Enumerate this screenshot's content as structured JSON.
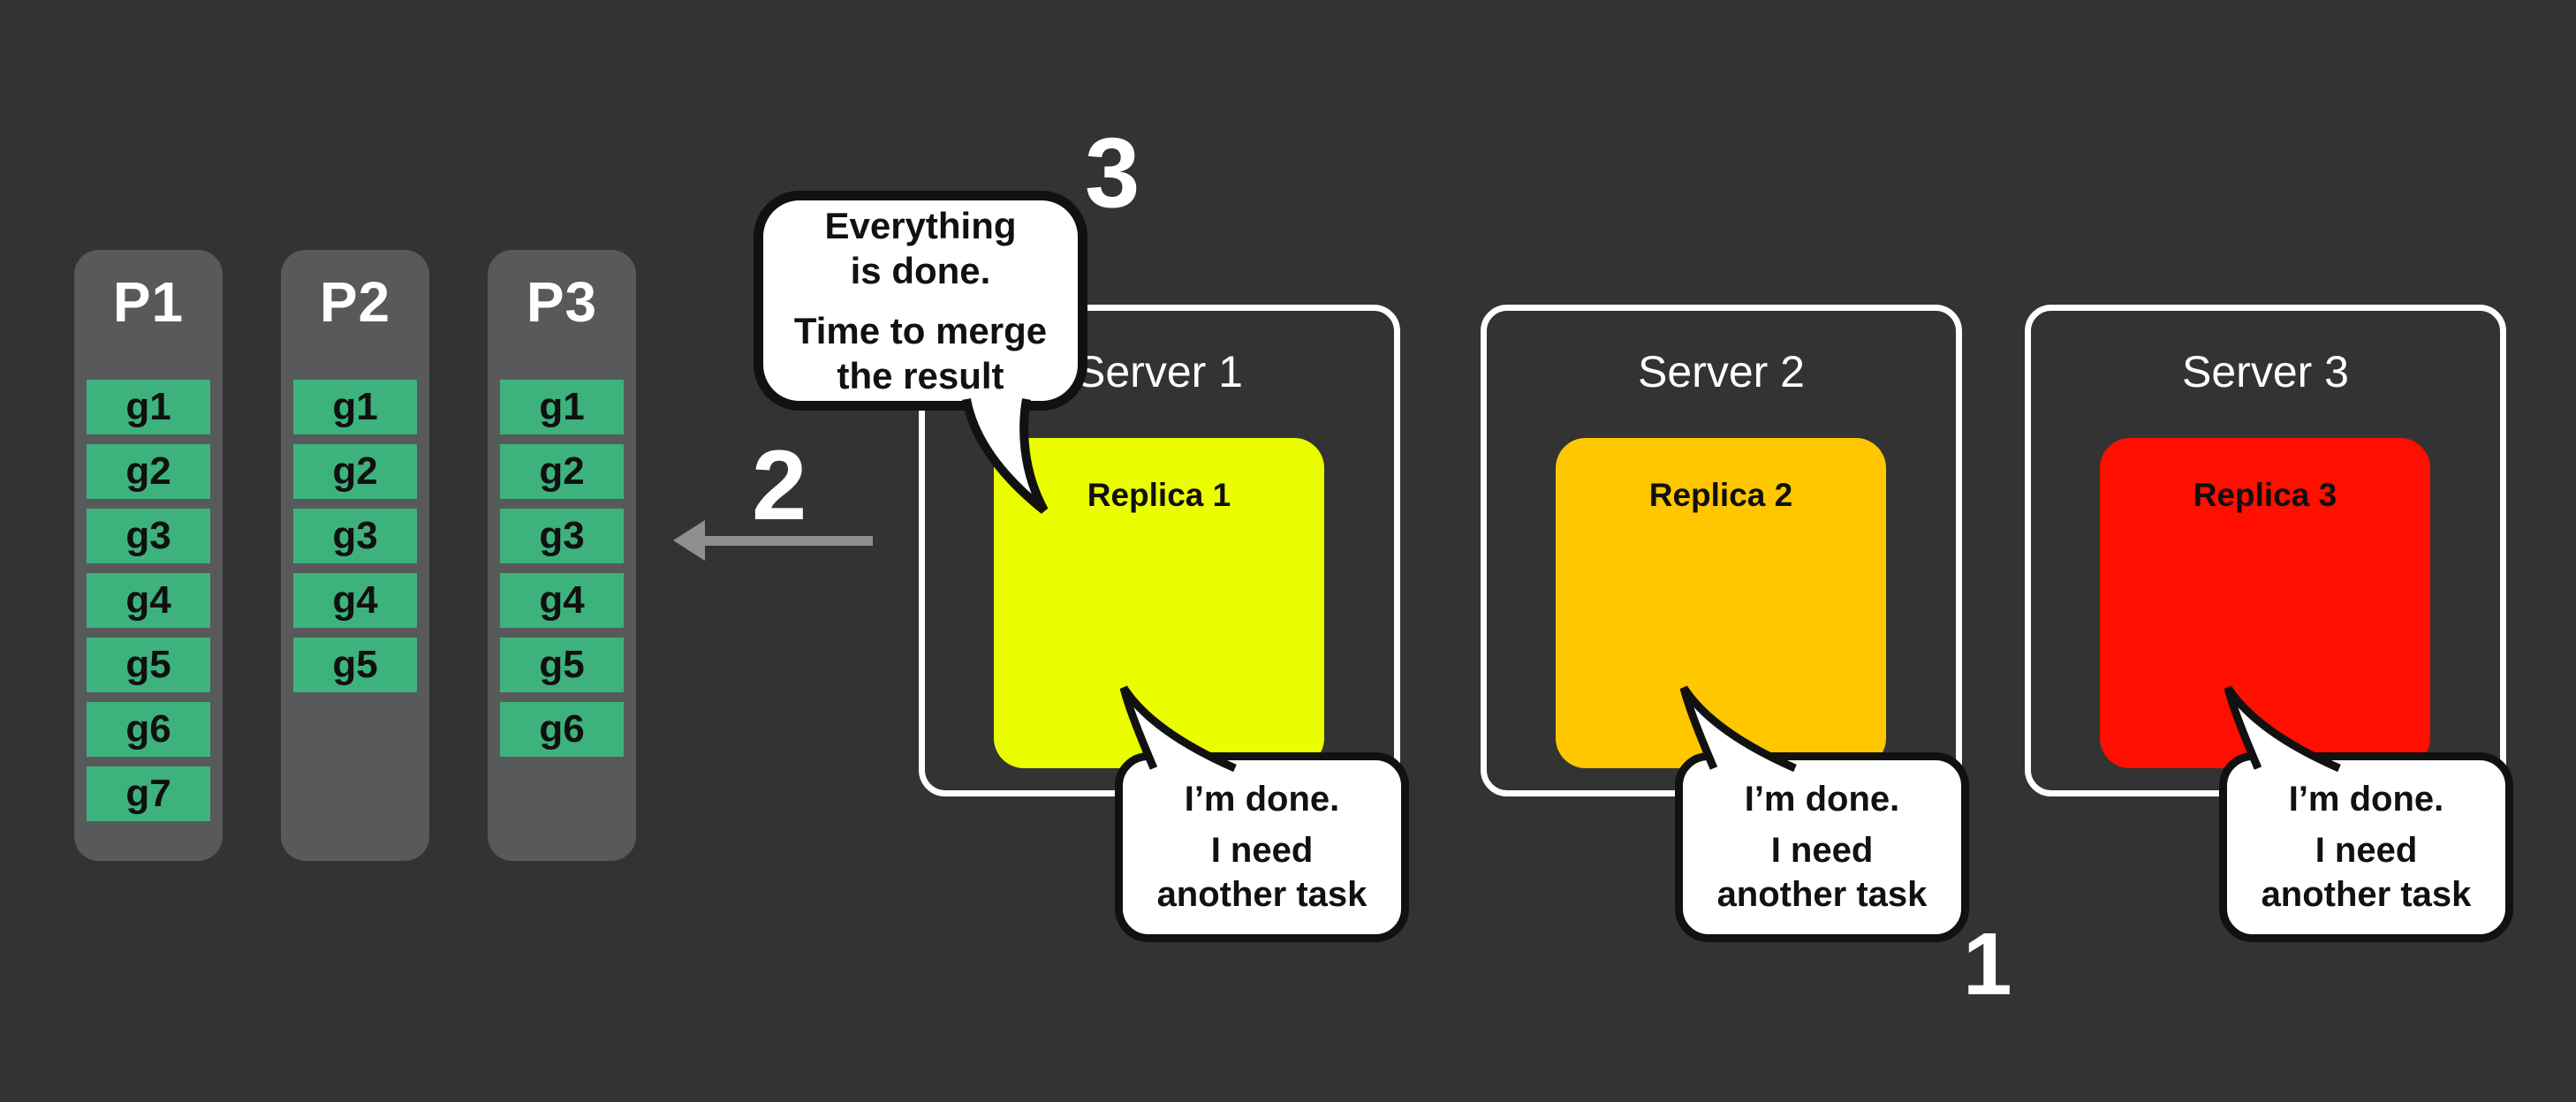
{
  "colors": {
    "background": "#333333",
    "partition_panel": "#58595B",
    "task_cell": "#3EB27D",
    "arrow": "#8F8F8F",
    "replica_1": "#EAFE00",
    "replica_2": "#FFC700",
    "replica_3": "#FF0F00"
  },
  "partitions": {
    "columns": [
      {
        "label": "P1",
        "cells": [
          "g1",
          "g2",
          "g3",
          "g4",
          "g5",
          "g6",
          "g7"
        ]
      },
      {
        "label": "P2",
        "cells": [
          "g1",
          "g2",
          "g3",
          "g4",
          "g5"
        ]
      },
      {
        "label": "P3",
        "cells": [
          "g1",
          "g2",
          "g3",
          "g4",
          "g5",
          "g6"
        ]
      }
    ]
  },
  "steps": {
    "collect": "1",
    "send": "2",
    "merge": "3"
  },
  "merge_bubble": {
    "lines": [
      "Everything",
      "is done.",
      "Time to merge",
      "the result"
    ]
  },
  "servers": [
    {
      "label": "Server 1",
      "replica_label": "Replica 1",
      "bubble_lines": [
        "I’m done.",
        "I need",
        "another task"
      ]
    },
    {
      "label": "Server 2",
      "replica_label": "Replica 2",
      "bubble_lines": [
        "I’m done.",
        "I need",
        "another task"
      ]
    },
    {
      "label": "Server 3",
      "replica_label": "Replica 3",
      "bubble_lines": [
        "I’m done.",
        "I need",
        "another task"
      ]
    }
  ]
}
